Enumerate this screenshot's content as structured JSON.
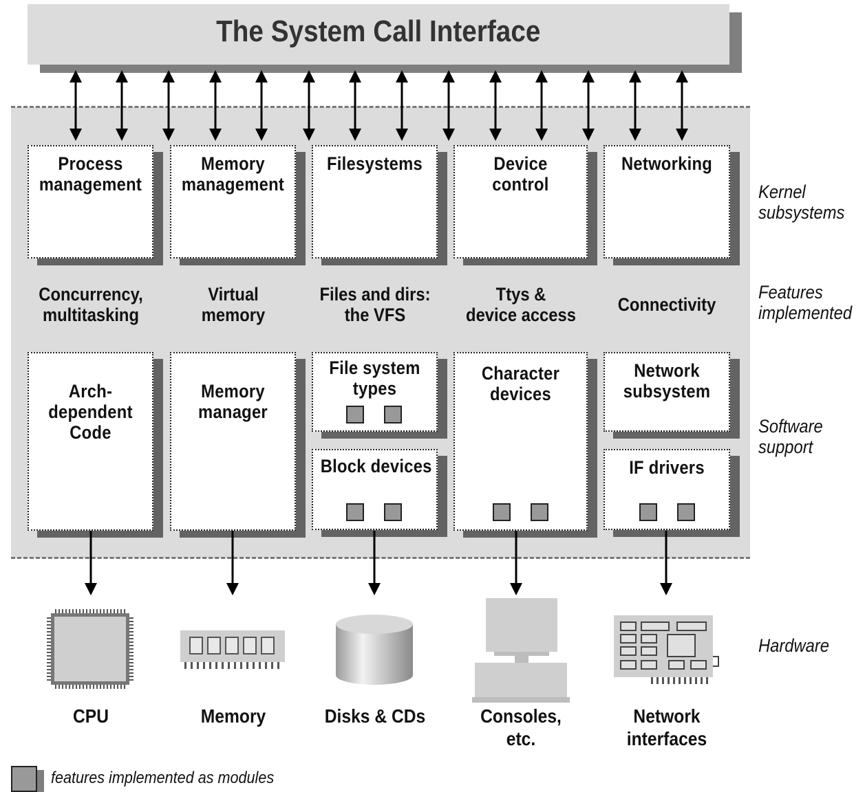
{
  "title": "The System Call Interface",
  "subsystems": [
    {
      "label": "Process\nmanagement"
    },
    {
      "label": "Memory\nmanagement"
    },
    {
      "label": "Filesystems"
    },
    {
      "label": "Device\ncontrol"
    },
    {
      "label": "Networking"
    }
  ],
  "features": [
    {
      "label": "Concurrency,\nmultitasking"
    },
    {
      "label": "Virtual\nmemory"
    },
    {
      "label": "Files and dirs:\nthe VFS"
    },
    {
      "label": "Ttys &\ndevice access"
    },
    {
      "label": "Connectivity"
    }
  ],
  "software": {
    "arch": "Arch-\ndependent\nCode",
    "memory_manager": "Memory\nmanager",
    "fs_types": "File system\ntypes",
    "block_devices": "Block devices",
    "char_devices": "Character\ndevices",
    "network_subsystem": "Network\nsubsystem",
    "if_drivers": "IF drivers"
  },
  "side_labels": {
    "kernel": "Kernel\nsubsystems",
    "features": "Features\nimplemented",
    "software": "Software\nsupport",
    "hardware": "Hardware"
  },
  "hardware": [
    {
      "label": "CPU",
      "icon": "cpu-chip-icon"
    },
    {
      "label": "Memory",
      "icon": "memory-module-icon"
    },
    {
      "label": "Disks & CDs",
      "icon": "disk-cylinder-icon"
    },
    {
      "label": "Consoles,\netc.",
      "icon": "console-computer-icon"
    },
    {
      "label": "Network\ninterfaces",
      "icon": "network-card-icon"
    }
  ],
  "legend": "features implemented as modules",
  "colors": {
    "panel": "#dcdcdc",
    "module": "#999999",
    "shadow": "#555555"
  }
}
